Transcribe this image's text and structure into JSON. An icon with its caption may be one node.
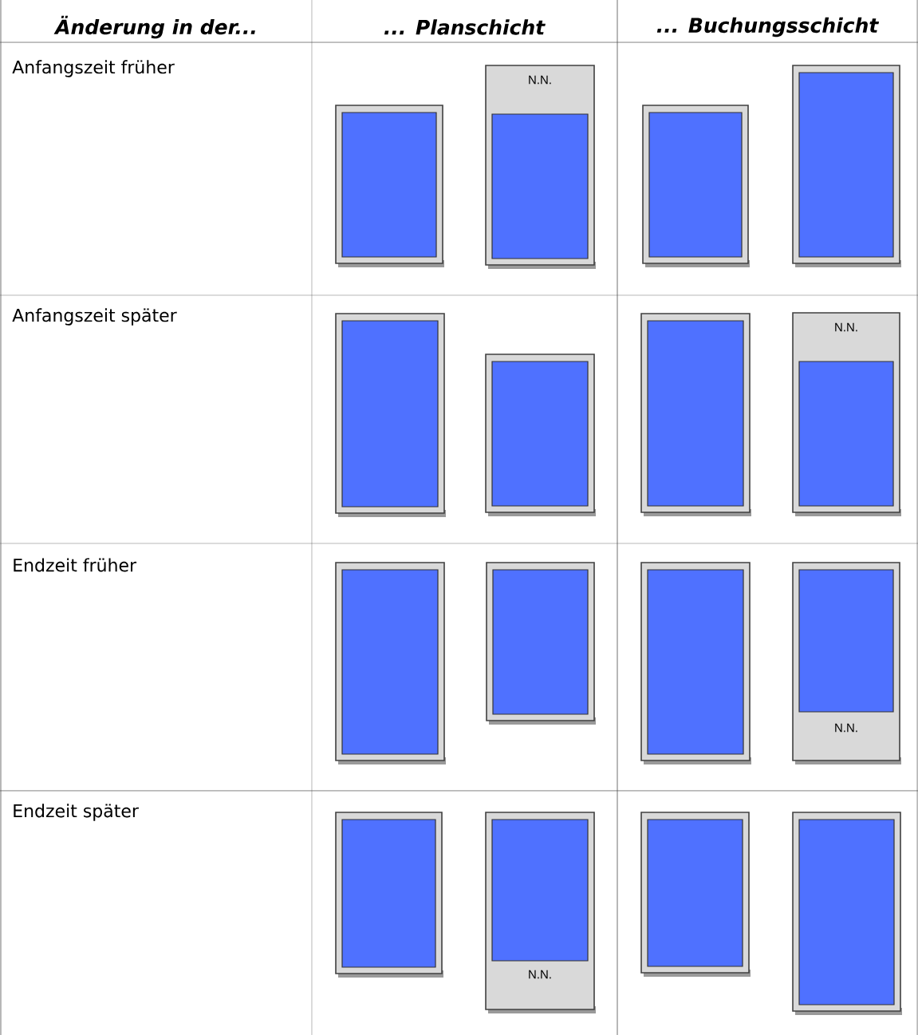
{
  "diagram": {
    "nodes": [
      {
        "text": [],
        "shape": "box"
      },
      {
        "text": [
          "N.N."
        ]
      },
      {
        "text": [],
        "shape": "box"
      },
      {
        "text": [],
        "shape": "box"
      },
      {
        "text": [],
        "shape": "box"
      },
      {
        "text": [],
        "shape": "box"
      },
      {
        "text": [],
        "shape": "box"
      },
      {
        "text": [
          "N.N."
        ]
      },
      {
        "text": [],
        "shape": "box"
      },
      {
        "text": [],
        "shape": "box"
      },
      {
        "text": [],
        "shape": "box"
      },
      {
        "text": [
          "N.N."
        ]
      },
      {
        "text": [],
        "shape": "box"
      },
      {
        "text": [
          "N.N."
        ]
      },
      {
        "text": [],
        "shape": "box"
      },
      {
        "text": [],
        "shape": "box"
      }
    ],
    "labels": [
      "Änderung in der...",
      "... Planschicht",
      "... Buchungsschicht",
      "Anfangszeit früher",
      "Anfangszeit später",
      "Endzeit früher",
      "Endzeit später"
    ]
  }
}
